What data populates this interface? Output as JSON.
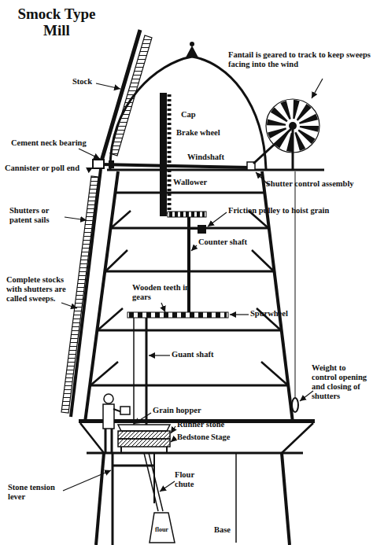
{
  "diagram": {
    "title": "Smock Type Mill",
    "labels": [
      "Stock",
      "Cap",
      "Fantail is geared to track to keep sweeps facing into the wind",
      "Cement neck bearing",
      "Brake wheel",
      "Windshaft",
      "Cannister or poll end",
      "Wallower",
      "Shutter control assembly",
      "Shutters or patent sails",
      "Friction pulley to hoist grain",
      "Counter shaft",
      "Wooden teeth in gears",
      "Complete stocks with shutters are called sweeps.",
      "Spurwheel",
      "Guant shaft",
      "Weight to control opening and closing of shutters",
      "Grain hopper",
      "Runner stone",
      "Bedstone",
      "Stage",
      "Stone tension lever",
      "Flour chute",
      "flour",
      "Base"
    ]
  }
}
